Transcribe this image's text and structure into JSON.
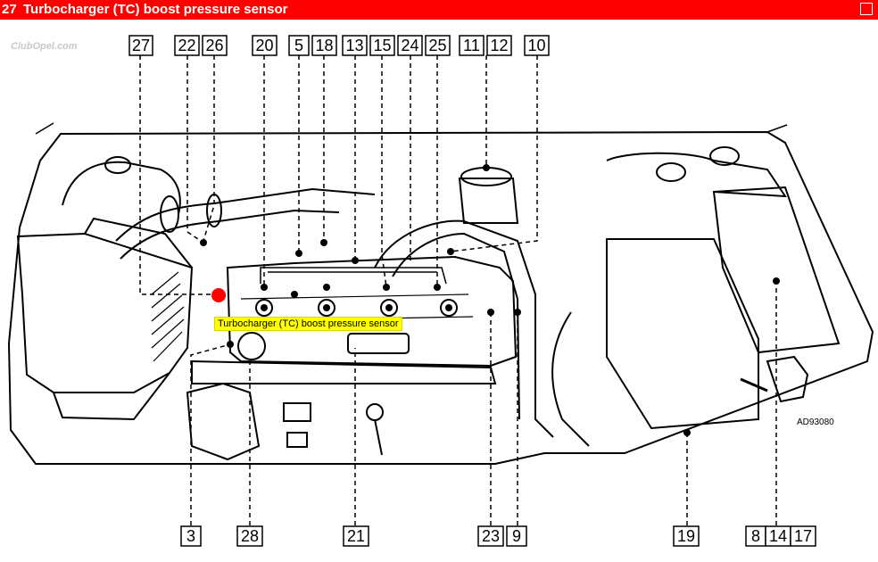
{
  "header": {
    "number": "27",
    "title": "Turbocharger (TC) boost pressure sensor"
  },
  "watermark": "ClubOpel.com",
  "tooltip": "Turbocharger (TC) boost pressure sensor",
  "reference": "AD93080",
  "colors": {
    "titlebar": "#ff0000",
    "highlight_dot": "#ff0000",
    "tooltip_bg": "#ffff00"
  },
  "labels_top": [
    "27",
    "22",
    "26",
    "20",
    "5",
    "18",
    "13",
    "15",
    "24",
    "25",
    "11",
    "12",
    "10"
  ],
  "labels_bottom": [
    "3",
    "28",
    "21",
    "23",
    "9",
    "19",
    "8",
    "14",
    "17"
  ]
}
